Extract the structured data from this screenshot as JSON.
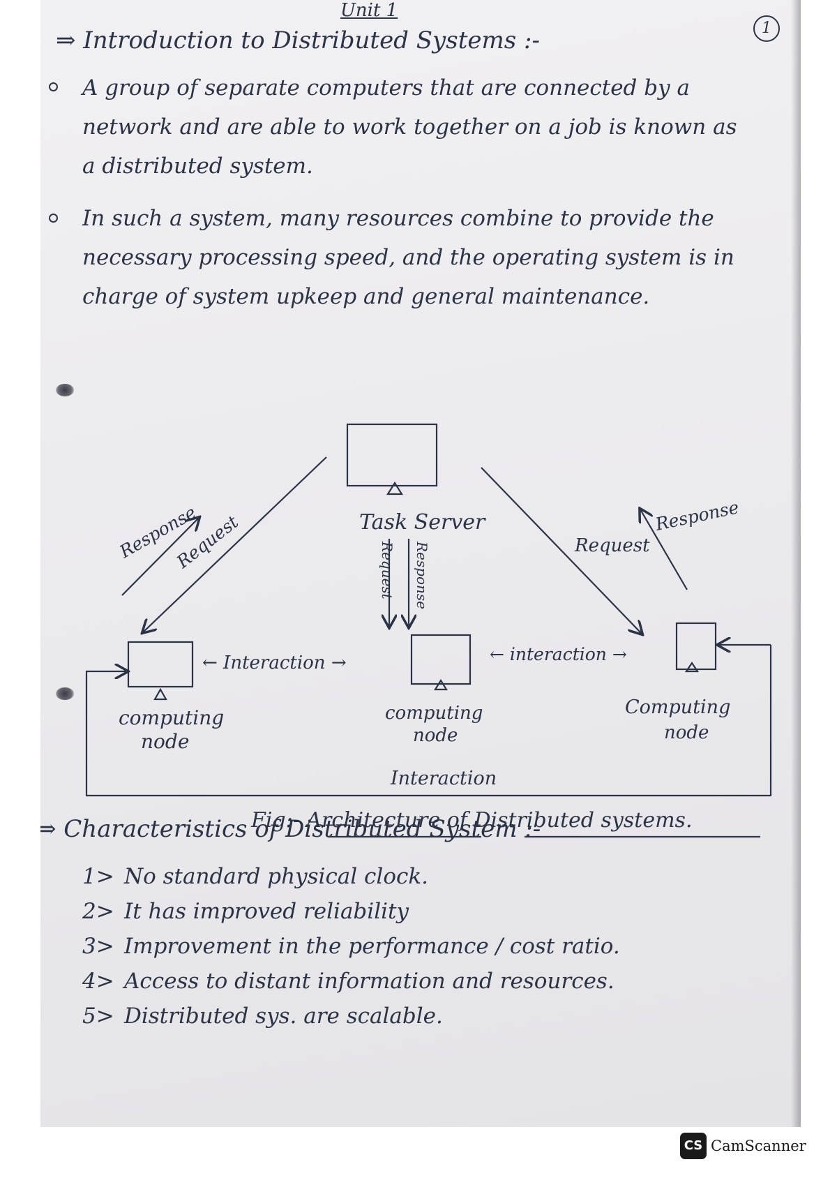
{
  "page": {
    "unit_label": "Unit 1",
    "page_number": "1"
  },
  "intro": {
    "heading": "⇒ Introduction to Distributed Systems :-",
    "bullets": [
      "A group of separate computers that are connected by a network and are able to work together on a job is known as a distributed system.",
      "In such a system, many resources combine to provide the necessary processing speed, and the operating system is in charge of system upkeep and general maintenance."
    ]
  },
  "diagram": {
    "server_label": "Task Server",
    "left_response": "Response",
    "left_request": "Request",
    "right_request": "Request",
    "right_response": "Response",
    "center_request": "Request",
    "center_response": "Response",
    "interaction_left": "← Interaction →",
    "interaction_right": "← interaction →",
    "interaction_bottom": "Interaction",
    "node_left": [
      "computing",
      "node"
    ],
    "node_center": [
      "computing",
      "node"
    ],
    "node_right": [
      "Computing",
      "node"
    ],
    "caption": "Fig:- Architecture of Distributed systems."
  },
  "characteristics": {
    "heading": "⇒ Characteristics of Distributed System :-",
    "items": [
      {
        "num": "1>",
        "text": "No standard physical clock."
      },
      {
        "num": "2>",
        "text": "It has improved reliability"
      },
      {
        "num": "3>",
        "text": "Improvement in the performance / cost ratio."
      },
      {
        "num": "4>",
        "text": "Access to distant information and resources."
      },
      {
        "num": "5>",
        "text": "Distributed sys. are scalable."
      }
    ]
  },
  "watermark": {
    "logo_text": "CS",
    "name": "CamScanner"
  },
  "colors": {
    "ink": "#2b3346",
    "paper": "#ecebee"
  }
}
